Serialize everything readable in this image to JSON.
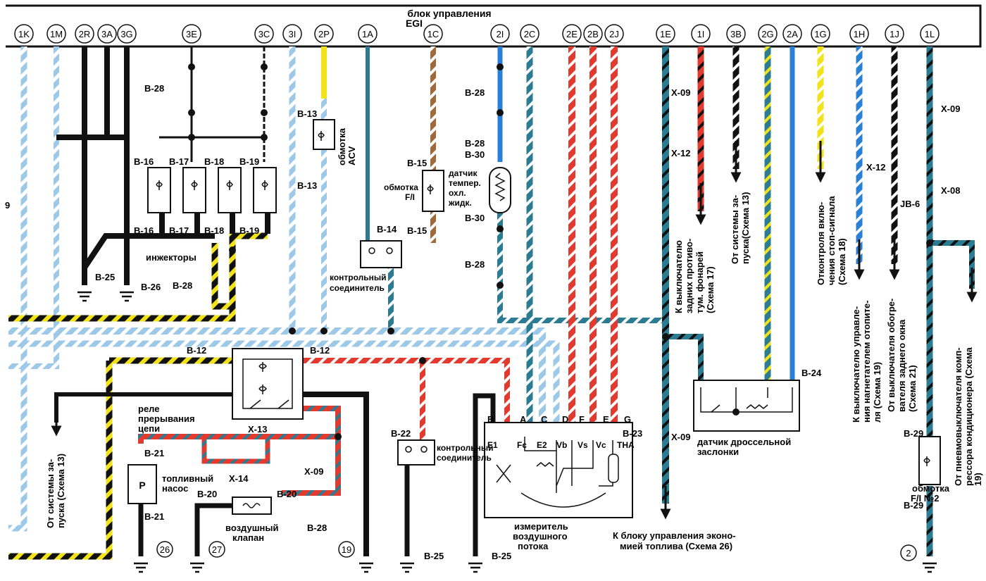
{
  "ecu": {
    "line1": "блок управления",
    "line2": "EGI"
  },
  "pins": [
    "1K",
    "1M",
    "2R",
    "3A",
    "3G",
    "3E",
    "3C",
    "3I",
    "2P",
    "1A",
    "1C",
    "2I",
    "2C",
    "2E",
    "2B",
    "2J",
    "1E",
    "1I",
    "3B",
    "2G",
    "2A",
    "1G",
    "1H",
    "1J",
    "1L"
  ],
  "connectors": {
    "b28": "B-28",
    "b13": "B-13",
    "b16": "B-16",
    "b17": "B-17",
    "b18": "B-18",
    "b19": "B-19",
    "b15": "B-15",
    "b14": "B-14",
    "b30": "B-30",
    "b25": "B-25",
    "b26": "B-26",
    "b12": "B-12",
    "b22": "B-22",
    "b21": "B-21",
    "b20": "B-20",
    "b23": "B-23",
    "b24": "B-24",
    "b29": "B-29",
    "x09": "X-09",
    "x12": "X-12",
    "x08": "X-08",
    "x13": "X-13",
    "x14": "X-14",
    "jb6": "JB-6",
    "n9": "9"
  },
  "labels": {
    "acv_1": "обмотка",
    "acv_2": "ACV",
    "fi_1": "обмотка",
    "fi_2": "F/I",
    "ect_1": "датчик",
    "ect_2": "темпер.",
    "ect_3": "охл.",
    "ect_4": "жидк.",
    "injectors": "инжекторы",
    "test1_1": "контрольный",
    "test1_2": "соединитель",
    "test2_1": "контрольный",
    "test2_2": "соединитель",
    "relay_1": "реле",
    "relay_2": "прерывания",
    "relay_3": "цепи",
    "pump_1": "топливный",
    "pump_2": "насос",
    "pump_letter": "P",
    "valve_1": "воздушный",
    "valve_2": "клапан",
    "afm_1": "измеритель",
    "afm_2": "воздушного",
    "afm_3": "потока",
    "tps_1": "датчик дроссельной",
    "tps_2": "заслонки",
    "fuel_eco_1": "К блоку управления эконо-",
    "fuel_eco_2": "мией топлива (Схема 26)",
    "coil2_1": "обмотка",
    "coil2_2": "F/I №2",
    "start_left_1": "От системы за-",
    "start_left_2": "пуска (Схема 13)",
    "start_right_1": "От системы за-",
    "start_right_2": "пуска(Схема 13)",
    "fog_1": "К выключателю",
    "fog_2": "задних противо-",
    "fog_3": "тум. фонарей",
    "fog_4": "(Схема 17)",
    "stop_1": "Отконтроля вклю-",
    "stop_2": "чения стоп-сигнала",
    "stop_3": "(Схема 18)",
    "blower_1": "К выключателю управле-",
    "blower_2": "ния нагнетателем отопите-",
    "blower_3": "ля (Схема 19)",
    "rear_1": "От выключателя обогре-",
    "rear_2": "вателя заднего окна",
    "rear_3": "(Схема 21)",
    "ac_1": "От пневмовыключателя комп-",
    "ac_2": "рессора кондиционера (Схема",
    "ac_3": "19)"
  },
  "afm_pins": {
    "top": [
      "B",
      "A",
      "C",
      "D",
      "F",
      "E",
      "G"
    ],
    "inner": [
      "E1",
      "Fc",
      "E2",
      "Vb",
      "Vs",
      "Vc",
      "THA"
    ]
  },
  "circles": [
    "26",
    "27",
    "19",
    "2"
  ],
  "colors": {
    "black": "#111111",
    "red": "#e23a2e",
    "blue": "#2a7fd6",
    "teal": "#2b7c93",
    "yellow": "#f2e21a",
    "brown": "#a0693a",
    "lightblue": "#9cc9e8",
    "white": "#ffffff",
    "green": "#2f8f3e"
  }
}
